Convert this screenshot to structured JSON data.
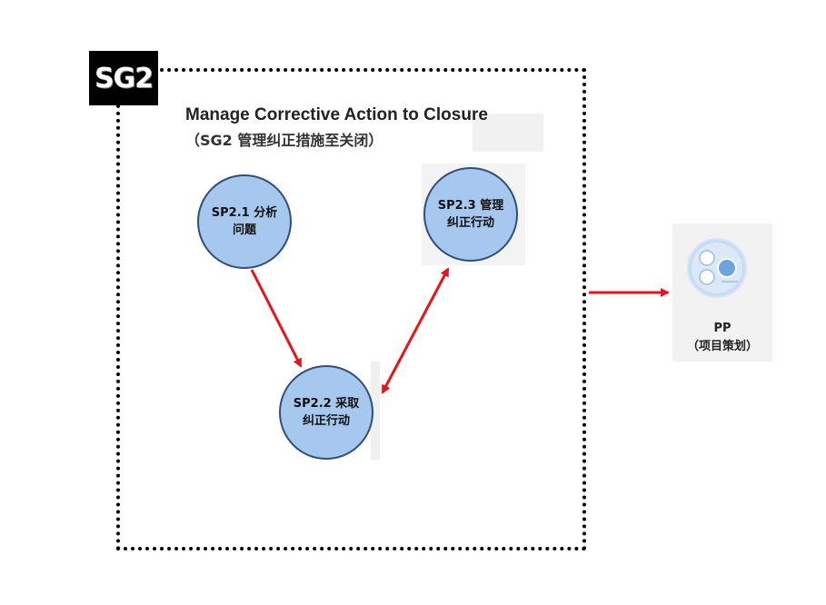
{
  "badge": "SG2",
  "title": "Manage Corrective Action to Closure",
  "subtitle": "（SG2 管理纠正措施至关闭）",
  "nodes": {
    "sp21": {
      "line1": "SP2.1 分析",
      "line2": "问题"
    },
    "sp22": {
      "line1": "SP2.2 采取",
      "line2": "纠正行动"
    },
    "sp23": {
      "line1": "SP2.3 管理",
      "line2": "纠正行动"
    }
  },
  "external": {
    "name": "PP",
    "desc": "（项目策划）"
  },
  "colors": {
    "arrow": "#e8141a",
    "node_fill": "#a7c8ee",
    "node_border": "#2e4f7a"
  }
}
